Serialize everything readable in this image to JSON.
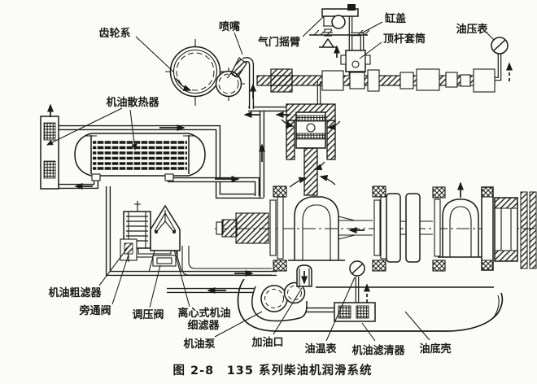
{
  "figure": {
    "caption": "图 2-8　135 系列柴油机润滑系统",
    "ink_color": "#1a1a1a",
    "paper_color": "#fbfbf8"
  },
  "labels": {
    "gear_train": "齿轮系",
    "nozzle": "喷嘴",
    "valve_rocker_arm": "气门摇臂",
    "cylinder_head": "缸盖",
    "pushrod_sleeve": "顶杆套筒",
    "oil_pressure_gauge": "油压表",
    "oil_cooler": "机油散热器",
    "oil_coarse_filter": "机油粗滤器",
    "bypass_valve": "旁通阀",
    "pressure_regulating_valve": "调压阀",
    "centrifugal_fine_filter_line1": "离心式机油",
    "centrifugal_fine_filter_line2": "细滤器",
    "oil_pump": "机油泵",
    "oil_filler": "加油口",
    "oil_temperature_gauge": "油温表",
    "oil_strainer": "机油滤清器",
    "oil_sump": "油底壳"
  }
}
